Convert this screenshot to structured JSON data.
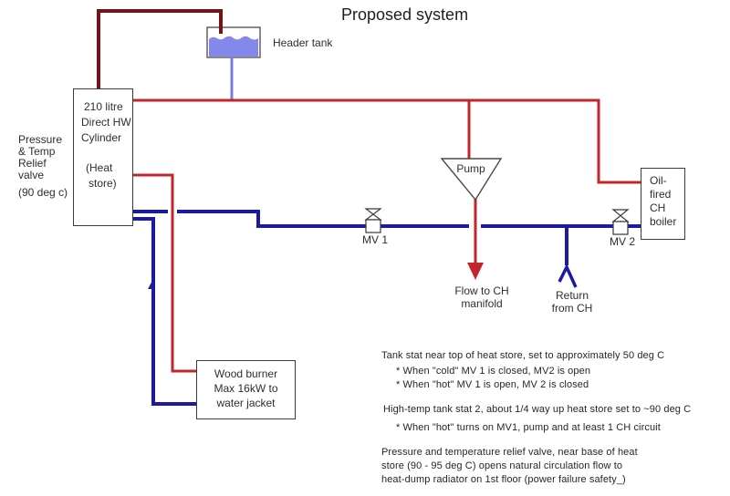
{
  "title": "Proposed system",
  "colors": {
    "hot_water_red": "#c0262b",
    "vent_dark_red": "#701418",
    "return_blue": "#1b1b9e",
    "feed_purple": "#7b7dd4",
    "tank_water": "#8487ec"
  },
  "labels": {
    "header_tank": "Header tank",
    "relief_valve": [
      "Pressure",
      "& Temp",
      "Relief",
      "valve",
      "(90 deg c)"
    ],
    "cylinder": [
      "210 litre",
      "Direct HW",
      "Cylinder",
      "(Heat",
      "store)"
    ],
    "pump": "Pump",
    "mv1": "MV 1",
    "mv2": "MV 2",
    "boiler": [
      "Oil-",
      "fired",
      "CH",
      "boiler"
    ],
    "flow_to_ch": [
      "Flow to CH",
      "manifold"
    ],
    "return_from_ch": [
      "Return",
      "from CH"
    ],
    "wood_burner": [
      "Wood burner",
      "Max 16kW to",
      "water jacket"
    ]
  },
  "notes": [
    "Tank stat near top of heat store, set to approximately 50 deg C",
    "* When \"cold\" MV 1 is closed, MV2 is open",
    "* When \"hot\" MV 1 is open, MV 2 is closed",
    "High-temp tank stat 2, about 1/4 way up heat store set to ~90 deg C",
    "* When \"hot\" turns on MV1, pump and at least 1 CH circuit",
    "Pressure and temperature relief valve, near base of heat",
    "store (90 - 95 deg C) opens natural circulation flow to",
    "heat-dump radiator on 1st floor (power failure safety_)"
  ]
}
